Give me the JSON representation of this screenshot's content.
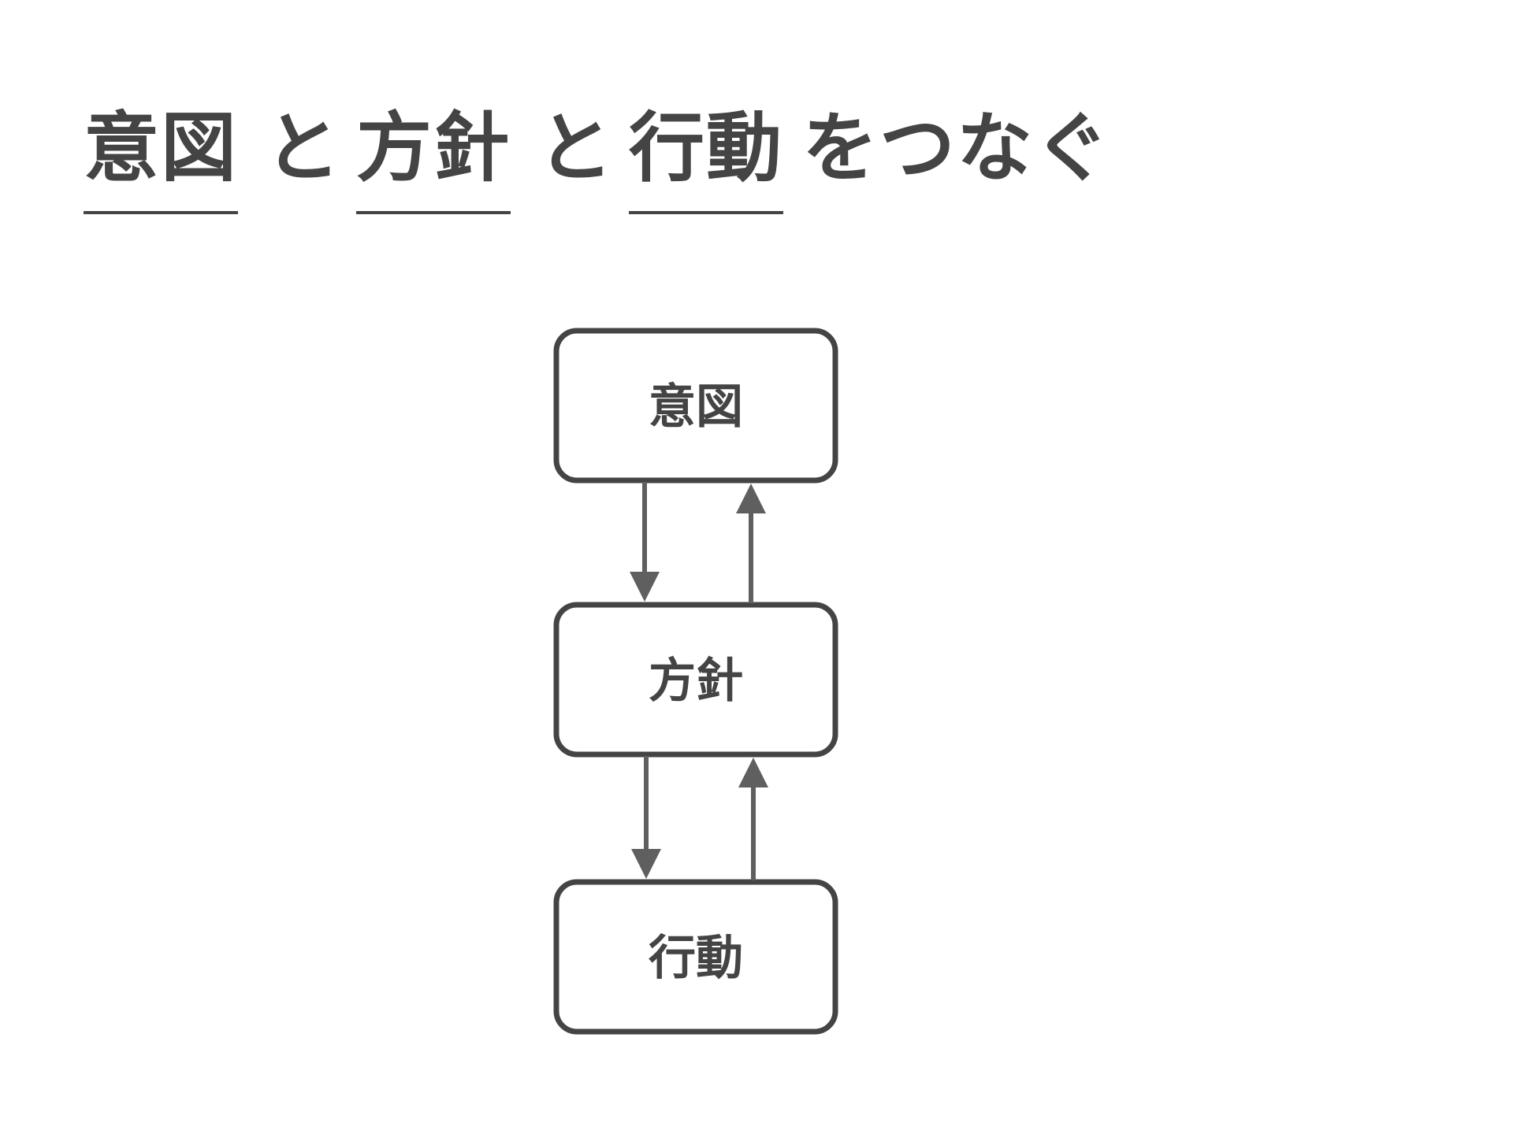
{
  "title": {
    "kw1": "意図",
    "conn1": "と",
    "kw2": "方針",
    "conn2": "と",
    "kw3": "行動",
    "suffix": "をつなぐ"
  },
  "diagram": {
    "nodes": [
      {
        "id": "intent",
        "label": "意図"
      },
      {
        "id": "policy",
        "label": "方針"
      },
      {
        "id": "action",
        "label": "行動"
      }
    ],
    "edges": [
      {
        "from": "intent",
        "to": "policy"
      },
      {
        "from": "policy",
        "to": "intent"
      },
      {
        "from": "policy",
        "to": "action"
      },
      {
        "from": "action",
        "to": "policy"
      }
    ]
  },
  "colors": {
    "text": "#444444",
    "box_border": "#444444",
    "arrow": "#5f5f5f",
    "background": "#ffffff"
  }
}
